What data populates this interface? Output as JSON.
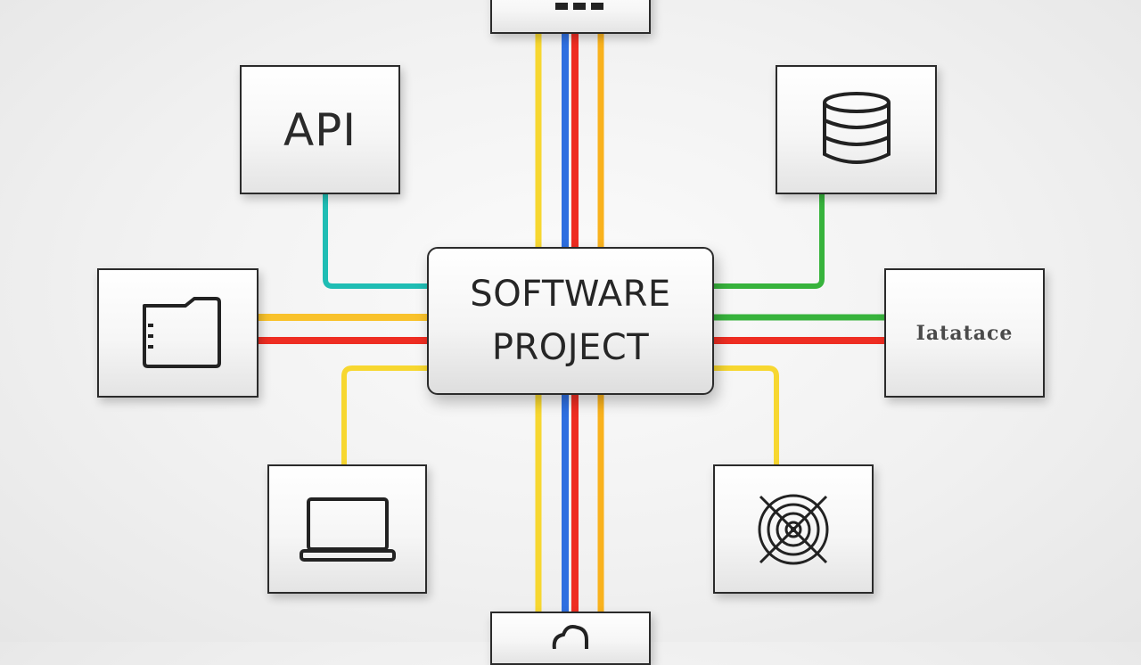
{
  "center": {
    "line1": "SOFTWARE",
    "line2": "PROJECT"
  },
  "nodes": {
    "top": {
      "icon": "server-rack-icon"
    },
    "api": {
      "label": "API"
    },
    "database_stack": {
      "icon": "database-icon"
    },
    "folder": {
      "icon": "folder-icon"
    },
    "database_text": {
      "label": "Iatatace"
    },
    "laptop": {
      "icon": "laptop-icon"
    },
    "target": {
      "icon": "target-icon"
    },
    "bottom": {
      "icon": "cloud-icon"
    }
  },
  "colors": {
    "yellow": "#f7d730",
    "orange": "#f9b21d",
    "blue": "#2f6fe0",
    "red": "#ee2d22",
    "teal": "#1fbdb4",
    "green": "#37b33c"
  }
}
